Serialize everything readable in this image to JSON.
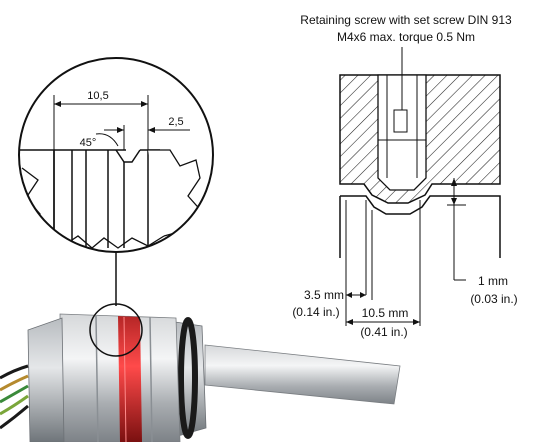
{
  "callout": {
    "line1": "Retaining screw with set screw DIN 913",
    "line2": "M4x6 max. torque 0.5 Nm"
  },
  "detail": {
    "dim_left": "10,5",
    "dim_right": "2,5",
    "angle": "45°"
  },
  "section": {
    "dim_3_5_mm": "3.5 mm",
    "dim_3_5_in": "(0.14 in.)",
    "dim_10_5_mm": "10.5 mm",
    "dim_10_5_in": "(0.41 in.)",
    "dim_1_mm": "1 mm",
    "dim_1_in": "(0.03 in.)"
  }
}
